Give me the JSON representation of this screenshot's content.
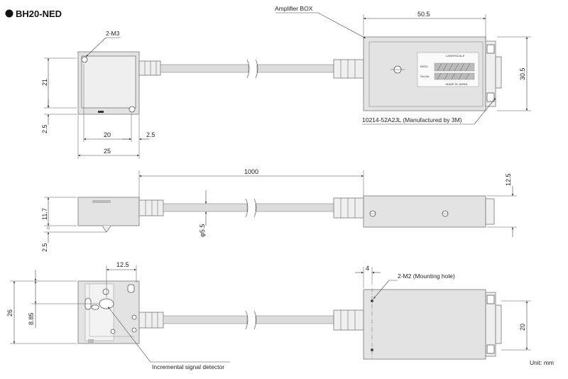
{
  "title": "BH20-NED",
  "callouts": {
    "m3_holes": "2-M3",
    "amplifier_box": "Amplifier BOX",
    "connector": "10214-52A2JL (Manufactured by 3M)",
    "m2_holes": "2-M2 (Mounting hole)",
    "detector": "Incremental signal detector"
  },
  "dimensions": {
    "top_height_21": "21",
    "top_offset_2_5": "2.5",
    "top_width_20": "20",
    "top_right_2_5": "2.5",
    "top_width_25": "25",
    "box_width_50_5": "50.5",
    "box_height_30_5": "30.5",
    "cable_length_1000": "1000",
    "head_height_11_7": "11.7",
    "head_offset_2_5": "2.5",
    "cable_dia_5_5": "φ5.5",
    "box_thickness_12_5": "12.5",
    "bottom_hole_12_5": "12.5",
    "bottom_height_26": "26",
    "bottom_offset_8_85": "8.85",
    "m2_offset_4": "4",
    "m2_pitch_20": "20"
  },
  "box_label": {
    "brand": "LASERSCALE",
    "model": "BH20-",
    "serial": "Ser.No.",
    "origin": "MADE IN JAPAN"
  },
  "unit": "Unit: mm",
  "colors": {
    "part_fill": "#e3e3e3",
    "line": "#444444"
  }
}
